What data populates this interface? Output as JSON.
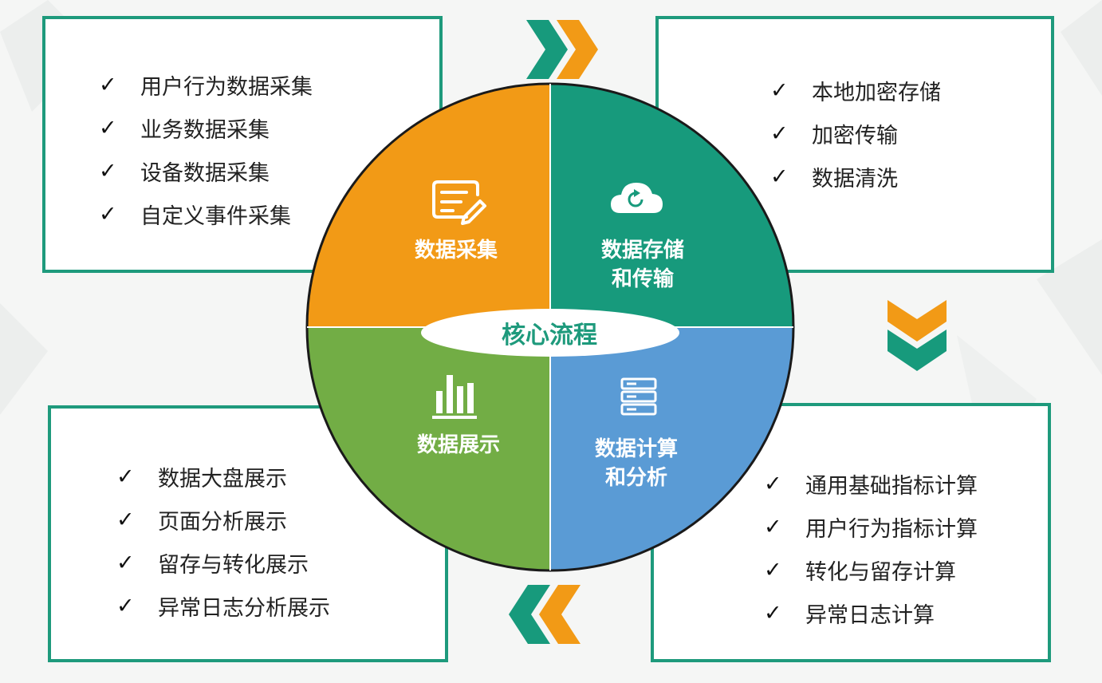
{
  "center": {
    "label": "核心流程"
  },
  "quadrants": {
    "collect": {
      "label": "数据采集",
      "icon": "edit-note-icon",
      "color": "#f29a16"
    },
    "storage": {
      "line1": "数据存储",
      "line2": "和传输",
      "icon": "cloud-sync-icon",
      "color": "#179a7c"
    },
    "compute": {
      "line1": "数据计算",
      "line2": "和分析",
      "icon": "server-icon",
      "color": "#5a9bd5"
    },
    "display": {
      "label": "数据展示",
      "icon": "bar-chart-icon",
      "color": "#72ad45"
    }
  },
  "panels": {
    "collect": {
      "items": [
        "用户行为数据采集",
        "业务数据采集",
        "设备数据采集",
        "自定义事件采集"
      ]
    },
    "storage": {
      "items": [
        "本地加密存储",
        "加密传输",
        "数据清洗"
      ]
    },
    "compute": {
      "items": [
        "通用基础指标计算",
        "用户行为指标计算",
        "转化与留存计算",
        "异常日志计算"
      ]
    },
    "display": {
      "items": [
        "数据大盘展示",
        "页面分析展示",
        "留存与转化展示",
        "异常日志分析展示"
      ]
    }
  },
  "check_mark": "✓",
  "colors": {
    "border": "#1e9a7c",
    "orange": "#f29a16",
    "green": "#179a7c"
  }
}
